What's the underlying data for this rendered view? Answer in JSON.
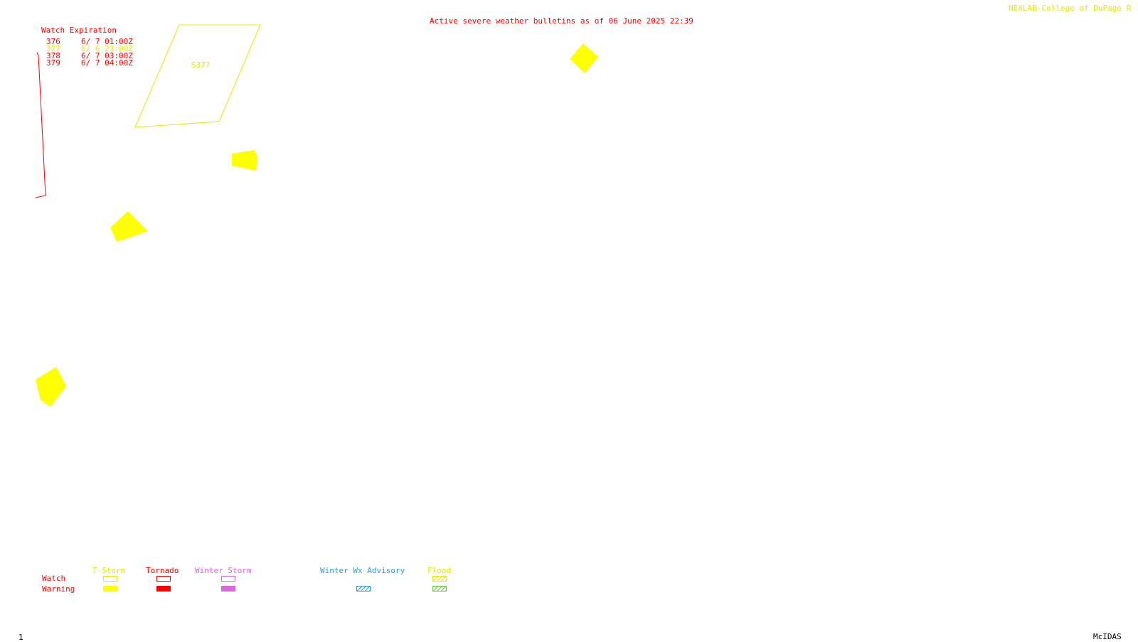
{
  "header": {
    "title": "Active severe weather bulletins as of 06 June 2025 22:39",
    "source": "NEXLAB-College of DuPage R"
  },
  "watch_expiration": {
    "heading": "Watch Expiration",
    "rows": [
      {
        "id": "376",
        "time": "6/ 7 01:00Z",
        "color": "#ff0000"
      },
      {
        "id": "377",
        "time": "6/ 6 23:00Z",
        "color": "#e8e800"
      },
      {
        "id": "378",
        "time": "6/ 7 03:00Z",
        "color": "#ff0000"
      },
      {
        "id": "379",
        "time": "6/ 7 04:00Z",
        "color": "#ff0000"
      }
    ]
  },
  "map": {
    "watch_label": "S377",
    "watch_outline_color": "#e8e800",
    "tornado_outline_color": "#ff0000",
    "warning_fill_color": "#ffff00"
  },
  "legend": {
    "row_labels": {
      "watch": "Watch",
      "warning": "Warning"
    },
    "columns": [
      {
        "label": "T-Storm",
        "color": "#e8e800",
        "watch_style": "outline",
        "warning_style": "fill"
      },
      {
        "label": "Tornado",
        "color": "#ff0000",
        "watch_style": "outline",
        "warning_style": "fill"
      },
      {
        "label": "Winter Storm",
        "color": "#dd66dd",
        "watch_style": "outline",
        "warning_style": "fill"
      },
      {
        "label": "Winter Wx Advisory",
        "color": "#2e9bd6",
        "warning_style": "hatch"
      },
      {
        "label": "Flood",
        "color": "#e8e800",
        "watch_style": "hatch",
        "warning_style": "hatch-green",
        "warning_color": "#66cc33"
      }
    ]
  },
  "footer": {
    "frame_number": "1",
    "software": "McIDAS"
  }
}
